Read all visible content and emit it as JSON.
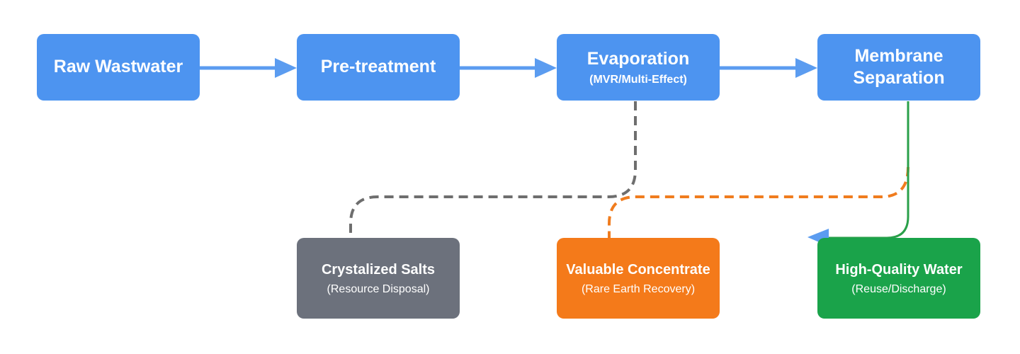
{
  "nodes": {
    "raw": {
      "title": "Raw Wastwater"
    },
    "pre": {
      "title": "Pre-treatment"
    },
    "evap": {
      "title": "Evaporation",
      "subtitle": "(MVR/Multi-Effect)"
    },
    "mem": {
      "title": "Membrane Separation"
    },
    "salts": {
      "title": "Crystalized Salts",
      "subtitle": "(Resource Disposal)"
    },
    "conc": {
      "title": "Valuable Concentrate",
      "subtitle": "(Rare Earth Recovery)"
    },
    "water": {
      "title": "High-Quality Water",
      "subtitle": "(Reuse/Discharge)"
    }
  },
  "colors": {
    "process": "#4d94f0",
    "salts": "#6c717c",
    "concentrate": "#f47a1a",
    "water": "#1aa34a",
    "arrow_main": "#5b9cf0",
    "dash_gray": "#6e6e6e",
    "dash_orange": "#f07c1e",
    "line_green": "#2aa04a"
  },
  "edges": [
    {
      "from": "raw",
      "to": "pre",
      "style": "solid-blue"
    },
    {
      "from": "pre",
      "to": "evap",
      "style": "solid-blue"
    },
    {
      "from": "evap",
      "to": "mem",
      "style": "solid-blue"
    },
    {
      "from": "evap",
      "to": "salts",
      "style": "dashed-gray"
    },
    {
      "from": "mem",
      "to": "conc",
      "style": "dashed-orange"
    },
    {
      "from": "mem",
      "to": "water",
      "style": "solid-green"
    }
  ]
}
